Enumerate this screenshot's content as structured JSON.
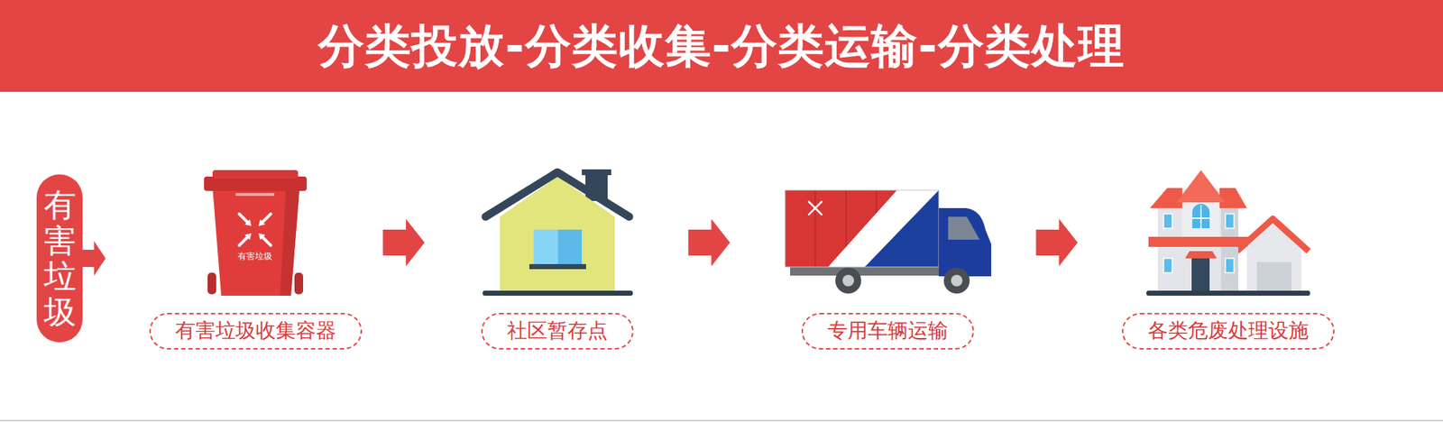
{
  "diagram": {
    "title": "分类投放-分类收集-分类运输-分类处理",
    "nodes": [
      {
        "text": [
          "有害垃圾"
        ]
      },
      {
        "text": [
          "有害垃圾收集容器"
        ]
      },
      {
        "text": [
          "社区暂存点"
        ]
      },
      {
        "text": [
          "专用车辆运输"
        ]
      },
      {
        "text": [
          "各类危废处理设施"
        ]
      }
    ],
    "edges": [
      {
        "from": 0,
        "to": 1,
        "arrow": "to"
      },
      {
        "from": 1,
        "to": 2,
        "arrow": "to"
      },
      {
        "from": 2,
        "to": 3,
        "arrow": "to"
      },
      {
        "from": 3,
        "to": 4,
        "arrow": "to"
      }
    ],
    "labels": [
      "有害垃圾"
    ]
  }
}
